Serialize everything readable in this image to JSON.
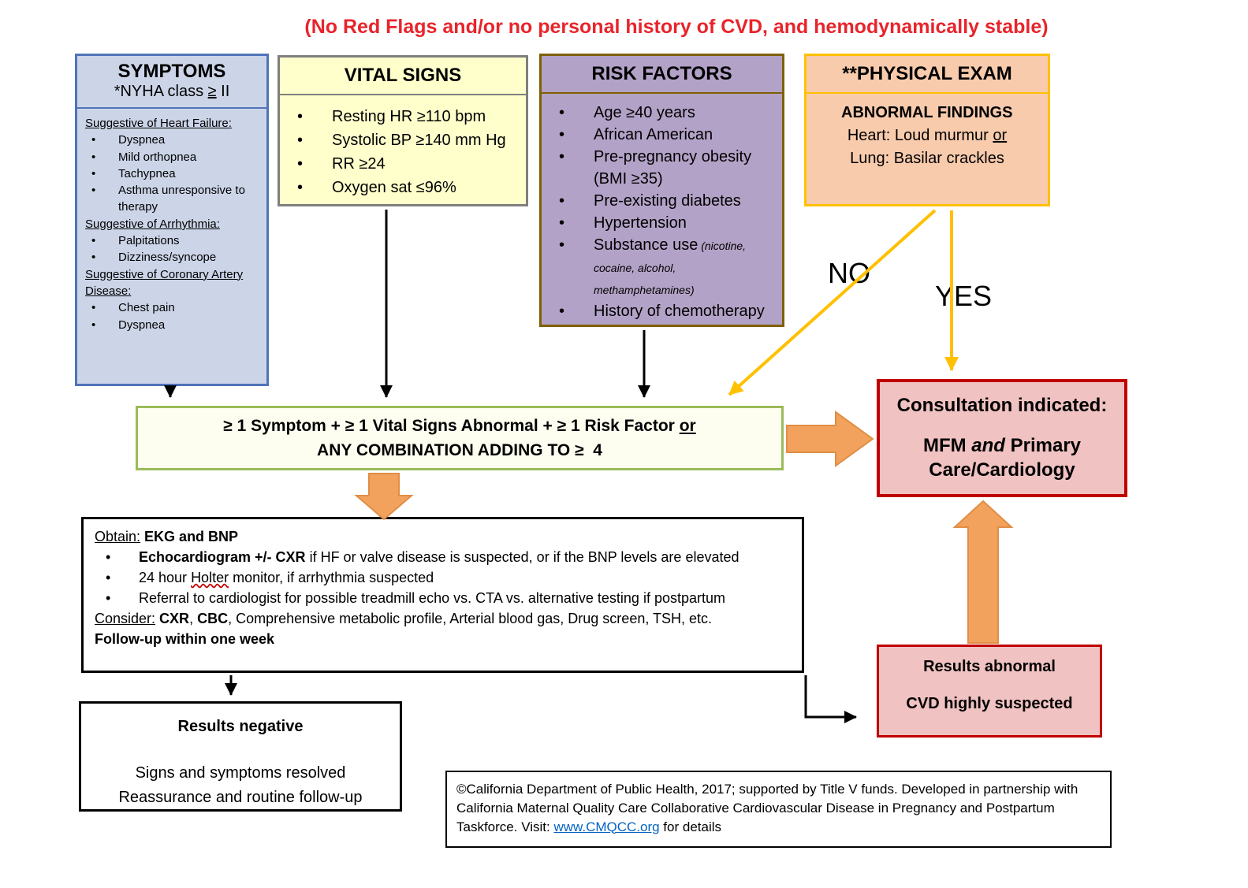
{
  "page": {
    "title": "(No Red Flags and/or no personal history of CVD, and hemodynamically stable)"
  },
  "colors": {
    "title_red": "#e8242b",
    "symptoms_fill": "#ccd5e8",
    "symptoms_border": "#4f74b8",
    "vitals_fill": "#ffffcc",
    "vitals_border": "#7f7f7f",
    "risk_fill": "#b3a2c7",
    "risk_border": "#7f6000",
    "exam_fill": "#f8cbad",
    "exam_border": "#ffc000",
    "criteria_fill": "#fdfdf0",
    "criteria_border": "#9bbb59",
    "consult_fill": "#f0c2c1",
    "consult_border": "#c00000",
    "plain_border": "#000000",
    "orange_arrow": "#f2a25c",
    "yellow_arrow": "#ffc000",
    "black_arrow": "#000000",
    "link_blue": "#0563c1"
  },
  "boxes": {
    "symptoms": {
      "title": "SYMPTOMS",
      "subtitle_pre": "*NYHA class ",
      "subtitle_u": "≥",
      "subtitle_post": " II",
      "groups": [
        {
          "heading": "Suggestive of Heart Failure:",
          "items": [
            "Dyspnea",
            "Mild orthopnea",
            "Tachypnea",
            "Asthma unresponsive to therapy"
          ]
        },
        {
          "heading": "Suggestive of Arrhythmia:",
          "items": [
            "Palpitations",
            "Dizziness/syncope"
          ]
        },
        {
          "heading": "Suggestive of Coronary Artery Disease:",
          "items": [
            "Chest pain",
            "Dyspnea"
          ]
        }
      ]
    },
    "vital_signs": {
      "title": "VITAL SIGNS",
      "items": [
        "Resting HR ≥110 bpm",
        "Systolic BP ≥140 mm Hg",
        "RR ≥24",
        "Oxygen sat ≤96%"
      ]
    },
    "risk_factors": {
      "title": "RISK FACTORS",
      "items": [
        {
          "text": "Age ≥40 years"
        },
        {
          "text": "African American"
        },
        {
          "text": "Pre-pregnancy obesity (BMI ≥35)"
        },
        {
          "text": "Pre-existing diabetes"
        },
        {
          "text": "Hypertension"
        },
        {
          "text": "Substance use",
          "note": " (nicotine, cocaine, alcohol, methamphetamines)"
        },
        {
          "text": "History of chemotherapy"
        }
      ]
    },
    "physical_exam": {
      "title": "**PHYSICAL EXAM",
      "findings_heading": "ABNORMAL FINDINGS",
      "line1_pre": "Heart: Loud murmur ",
      "line1_u": "or",
      "line2": "Lung: Basilar crackles"
    },
    "criteria": {
      "line1_pre": "≥ 1 Symptom + ≥ 1 Vital Signs Abnormal + ≥ 1 Risk Factor ",
      "line1_u": "or",
      "line2": "ANY COMBINATION ADDING TO ≥  4"
    },
    "consultation": {
      "line1": "Consultation indicated:",
      "line2_pre": "MFM ",
      "line2_it": "and",
      "line2_post": " Primary Care/Cardiology"
    },
    "workup": {
      "obtain_label": "Obtain:",
      "obtain_bold": " EKG and BNP",
      "bullet1_bold": "Echocardiogram +/- CXR",
      "bullet1_rest": " if HF or valve disease is suspected, or if the BNP levels are elevated",
      "bullet2_pre": "24 hour ",
      "bullet2_u": "Holter",
      "bullet2_post": " monitor, if arrhythmia suspected",
      "bullet3": "Referral to cardiologist for possible treadmill echo vs. CTA vs. alternative testing if postpartum",
      "consider_label": "Consider:",
      "consider_b1": " CXR",
      "consider_sep": ", ",
      "consider_b2": "CBC",
      "consider_rest": ", Comprehensive metabolic profile, Arterial blood gas, Drug screen, TSH, etc.",
      "followup": "Follow-up within one week"
    },
    "results_negative": {
      "title": "Results negative",
      "line1": "Signs and symptoms resolved",
      "line2": "Reassurance and routine follow-up"
    },
    "results_abnormal": {
      "line1": "Results abnormal",
      "line2": "CVD highly suspected"
    }
  },
  "labels": {
    "no": "NO",
    "yes": "YES"
  },
  "footer": {
    "text_pre": "©California Department of Public Health, 2017; supported by Title V funds. Developed in partnership with California Maternal Quality Care Collaborative Cardiovascular Disease in Pregnancy and Postpartum Taskforce. Visit: ",
    "link": "www.CMQCC.org",
    "text_post": " for details"
  }
}
